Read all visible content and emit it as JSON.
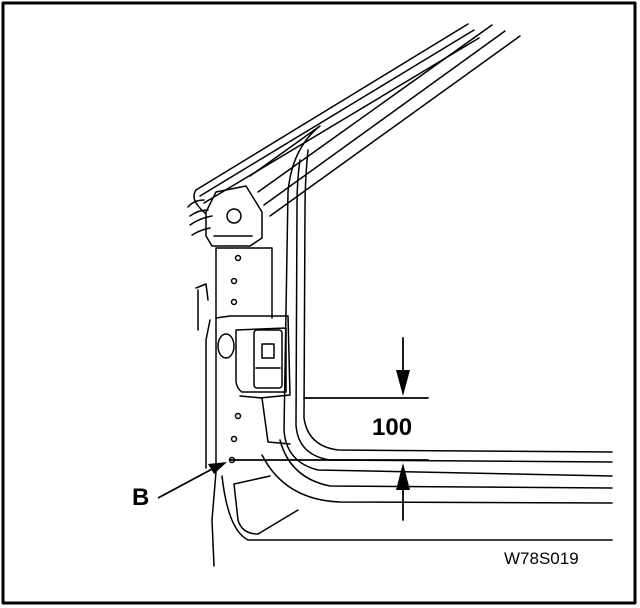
{
  "figure": {
    "dimension_label": "100",
    "callout_label": "B",
    "figure_code": "W78S019"
  }
}
